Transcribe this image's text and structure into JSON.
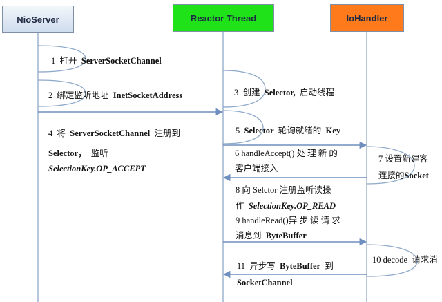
{
  "headers": {
    "nio_server": "NioServer",
    "reactor_thread": "Reactor Thread",
    "io_handler": "IoHandler"
  },
  "colors": {
    "nio_server_fill_top": "#f2f6fb",
    "nio_server_fill_bottom": "#cfdced",
    "reactor_thread_fill": "#1fe318",
    "io_handler_fill": "#ff7a1a",
    "lifeline": "#8ea9c9",
    "arrow": "#6f8fbf"
  },
  "steps": {
    "s1": {
      "num": "1",
      "text": "打开",
      "bold": "ServerSocketChannel"
    },
    "s2": {
      "num": "2",
      "text": "绑定监听地址",
      "bold": "InetSocketAddress"
    },
    "s3": {
      "num": "3",
      "text": "创建",
      "bold": "Selector,",
      "tail": "启动线程"
    },
    "s4": {
      "line1_num": "4",
      "line1_pre": "将",
      "line1_bold": "ServerSocketChannel",
      "line1_post": "注册到",
      "line2_bold": "Selector，",
      "line2_post": "监听",
      "line3_italic": "SelectionKey.OP_ACCEPT"
    },
    "s5": {
      "num": "5",
      "bold": "Selector",
      "text": "轮询就绪的",
      "bold2": "Key"
    },
    "s6": {
      "line1": "6 handleAccept() 处 理 新 的",
      "line2": "客户端接入"
    },
    "s7": {
      "line1": "7  设置新建客",
      "line2": "连接的",
      "line2_bold": "Socket"
    },
    "s8": {
      "line1": "8  向 Selctor 注册监听读操",
      "line2_pre": "作",
      "line2_italic": "SelectionKey.OP_READ"
    },
    "s9": {
      "line1": "9 handleRead()异 步 读 请 求",
      "line2_pre": "消息到",
      "line2_bold": "ByteBuffer"
    },
    "s10": {
      "text": "10 decode",
      "tail": "请求消"
    },
    "s11": {
      "num": "11",
      "pre": "异步写",
      "bold": "ByteBuffer",
      "post": "到",
      "line2_bold": "SocketChannel"
    }
  }
}
